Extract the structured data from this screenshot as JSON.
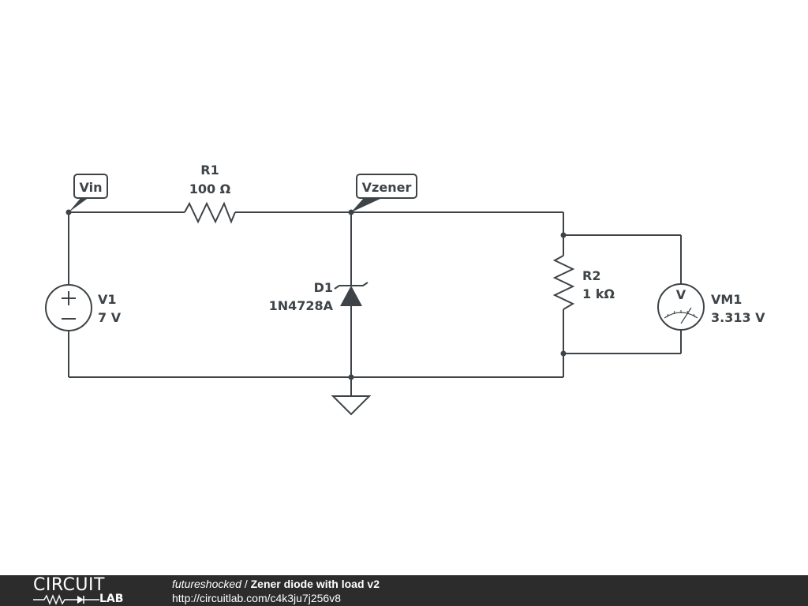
{
  "schematic": {
    "nets": {
      "vin": "Vin",
      "vzener": "Vzener"
    },
    "components": {
      "r1": {
        "name": "R1",
        "value": "100 Ω"
      },
      "v1": {
        "name": "V1",
        "value": "7 V"
      },
      "d1": {
        "name": "D1",
        "value": "1N4728A"
      },
      "r2": {
        "name": "R2",
        "value": "1 kΩ"
      },
      "vm1": {
        "name": "VM1",
        "value": "3.313 V",
        "symbol": "V"
      }
    },
    "colors": {
      "wire": "#3d4347",
      "background": "#ffffff",
      "footer": "#2c2c2c"
    }
  },
  "footer": {
    "logo_top": "CIRCUIT",
    "logo_bottom": "LAB",
    "author": "futureshocked",
    "separator": " / ",
    "title": "Zener diode with load v2",
    "url": "http://circuitlab.com/c4k3ju7j256v8"
  }
}
